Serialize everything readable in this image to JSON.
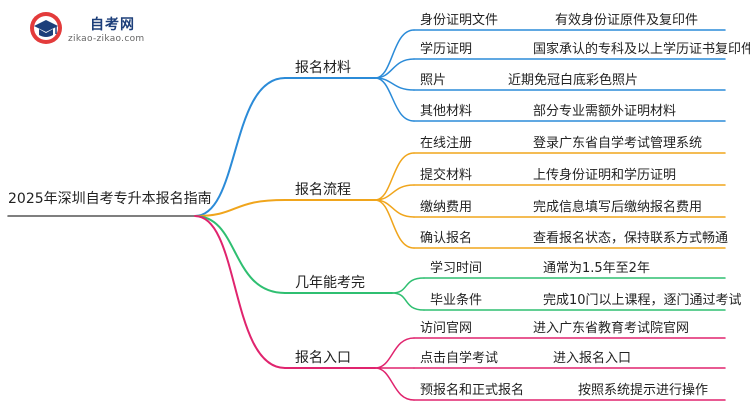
{
  "logo": {
    "title": "自考网",
    "url": "zikao-zikao.com"
  },
  "root": "2025年深圳自考专升本报名指南",
  "branches": [
    {
      "label": "报名材料",
      "color": "#2b8bd8",
      "items": [
        {
          "key": "身份证明文件",
          "value": "有效身份证原件及复印件"
        },
        {
          "key": "学历证明",
          "value": "国家承认的专科及以上学历证书复印件"
        },
        {
          "key": "照片",
          "value": "近期免冠白底彩色照片"
        },
        {
          "key": "其他材料",
          "value": "部分专业需额外证明材料"
        }
      ]
    },
    {
      "label": "报名流程",
      "color": "#f0a51c",
      "items": [
        {
          "key": "在线注册",
          "value": "登录广东省自学考试管理系统"
        },
        {
          "key": "提交材料",
          "value": "上传身份证明和学历证明"
        },
        {
          "key": "缴纳费用",
          "value": "完成信息填写后缴纳报名费用"
        },
        {
          "key": "确认报名",
          "value": "查看报名状态，保持联系方式畅通"
        }
      ]
    },
    {
      "label": "几年能考完",
      "color": "#2fbf71",
      "items": [
        {
          "key": "学习时间",
          "value": "通常为1.5年至2年"
        },
        {
          "key": "毕业条件",
          "value": "完成10门以上课程，逐门通过考试"
        }
      ]
    },
    {
      "label": "报名入口",
      "color": "#e0246e",
      "items": [
        {
          "key": "访问官网",
          "value": "进入广东省教育考试院官网"
        },
        {
          "key": "点击自学考试",
          "value": "进入报名入口"
        },
        {
          "key": "预报名和正式报名",
          "value": "按照系统提示进行操作"
        }
      ]
    }
  ]
}
